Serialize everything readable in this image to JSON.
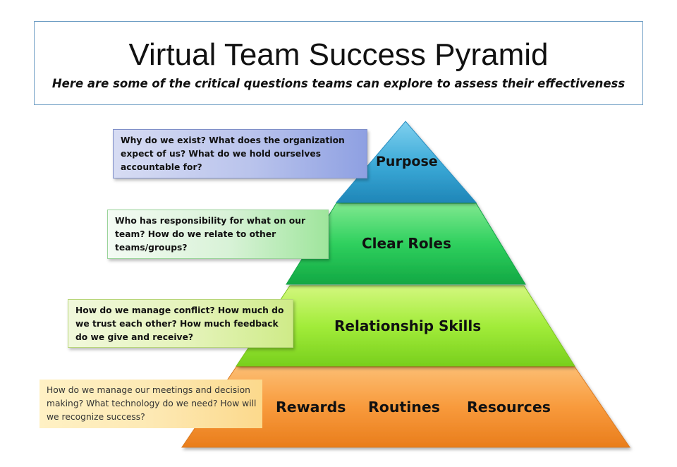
{
  "header": {
    "title": "Virtual Team Success Pyramid",
    "subtitle": "Here are some of the critical questions teams can explore to assess their effectiveness"
  },
  "pyramid": {
    "tiers": [
      {
        "label": "Purpose",
        "color": "#2f9fd0"
      },
      {
        "label": "Clear Roles",
        "color": "#22c95a"
      },
      {
        "label": "Relationship Skills",
        "color": "#8fe82a"
      },
      {
        "labels": [
          "Rewards",
          "Routines",
          "Resources"
        ],
        "color": "#f7902e"
      }
    ]
  },
  "notes": [
    {
      "text": "Why do we exist?  What does the organization expect of us?  What do we hold ourselves accountable for?"
    },
    {
      "text": "Who has responsibility for what on our team?  How do we relate to other teams/groups?"
    },
    {
      "text": "How do we manage conflict?  How much do we trust each other?   How much feedback do we give and receive?"
    },
    {
      "text": "How do we manage our meetings and decision making?  What technology do we need?  How will we recognize success?"
    }
  ]
}
